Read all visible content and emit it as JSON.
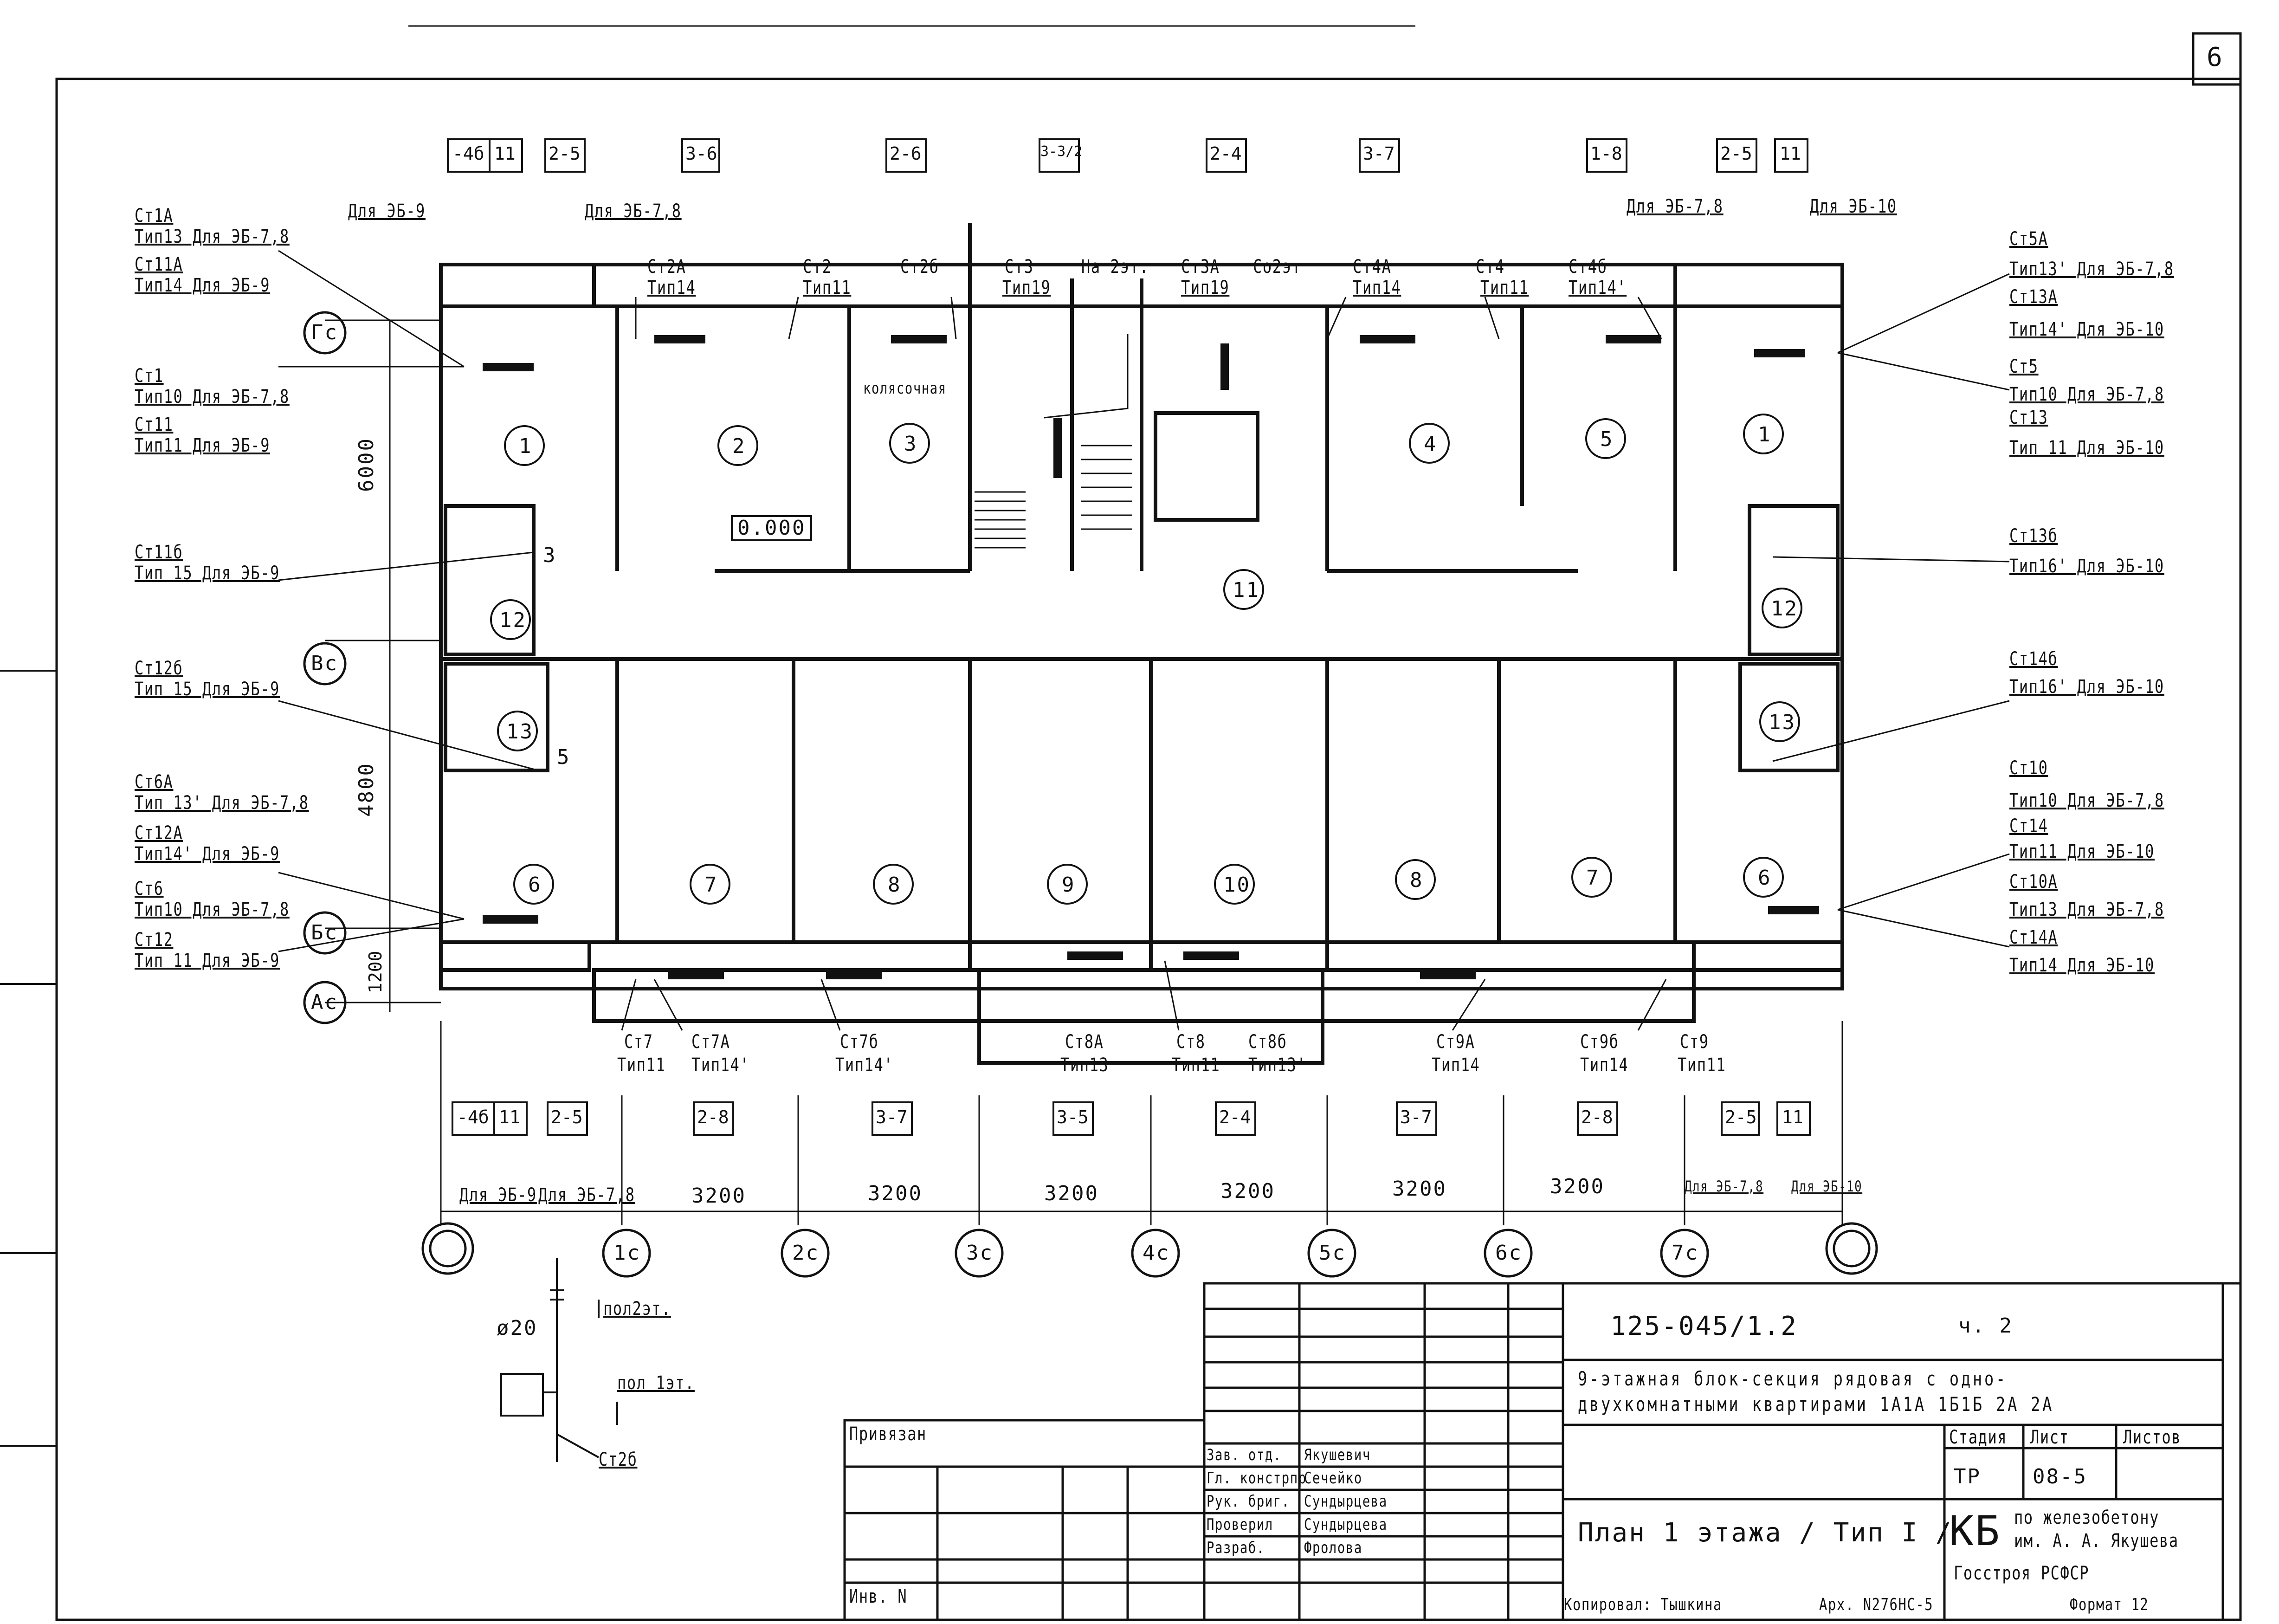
{
  "sheet": {
    "number": "6",
    "series": "125-045/1.2",
    "part": "ч. 2"
  },
  "title": {
    "line1": "9-этажная блок-секция рядовая с одно-",
    "line2": "двухкомнатными квартирами 1А1А 1Б1Б 2А 2А",
    "plan": "План 1 этажа / Тип I /"
  },
  "stamp": {
    "headers": [
      "Стадия",
      "Лист",
      "Листов"
    ],
    "values": [
      "ТР",
      "08-5",
      ""
    ],
    "roles": [
      "Зав. отд.",
      "Гл. констрпр",
      "Рук. бриг.",
      "Проверил",
      "Разраб."
    ],
    "names": [
      "Якушевич",
      "Сечейко",
      "Сундырцева",
      "Сундырцева",
      "Фролова"
    ],
    "kb": "КБ",
    "org1": "по железобетону",
    "org2": "им. А. А. Якушева",
    "org3": "Госстроя РСФСР",
    "privyazan": "Привязан",
    "inv": "Инв. N",
    "kopiroval": "Копировал: Тышкина",
    "format": "Формат 12",
    "archive": "Арх. N276НС-5"
  },
  "rooms": [
    "1",
    "2",
    "3",
    "4",
    "5",
    "1",
    "11",
    "12",
    "12",
    "13",
    "13",
    "6",
    "7",
    "8",
    "9",
    "10",
    "8",
    "7",
    "6"
  ],
  "stroller": "колясочная",
  "level": "0.000",
  "axes_h": [
    "Гс",
    "Вс",
    "Бс",
    "Ас"
  ],
  "axes_v": [
    "1с",
    "2с",
    "3с",
    "4с",
    "5с",
    "6с",
    "7с"
  ],
  "dims": {
    "d6000": "6000",
    "d4800": "4800",
    "d1200": "1200",
    "bay": "3200"
  },
  "top_tags": [
    "-4б",
    "11",
    "2-5",
    "3-6",
    "2-6",
    "3-3/2",
    "2-4",
    "3-7",
    "1-8",
    "2-5",
    "11"
  ],
  "bottom_tags": [
    "-4б",
    "11",
    "2-5",
    "2-8",
    "3-7",
    "3-5",
    "2-4",
    "3-7",
    "2-8",
    "2-5",
    "11"
  ],
  "for": {
    "e9": "Для ЭБ-9",
    "e78": "Для ЭБ-7,8",
    "e10": "Для ЭБ-10",
    "e78b": "Для ЭБ-7,8"
  },
  "left_notes": [
    {
      "a": "Ст1А",
      "b": "Тип13 Для ЭБ-7,8"
    },
    {
      "a": "Ст11А",
      "b": "Тип14 Для ЭБ-9"
    },
    {
      "a": "Ст1",
      "b": "Тип10 Для ЭБ-7,8"
    },
    {
      "a": "Ст11",
      "b": "Тип11 Для ЭБ-9"
    },
    {
      "a": "Ст11б",
      "b": "Тип 15 Для ЭБ-9"
    },
    {
      "a": "Ст12б",
      "b": "Тип 15 Для ЭБ-9"
    },
    {
      "a": "Ст6А",
      "b": "Тип 13' Для ЭБ-7,8"
    },
    {
      "a": "Ст12А",
      "b": "Тип14' Для ЭБ-9"
    },
    {
      "a": "Ст6",
      "b": "Тип10 Для ЭБ-7,8"
    },
    {
      "a": "Ст12",
      "b": "Тип 11 Для ЭБ-9"
    }
  ],
  "right_notes": [
    {
      "a": "Ст5А",
      "b": "Тип13' Для ЭБ-7,8"
    },
    {
      "a": "Ст13А",
      "b": "Тип14' Для ЭБ-10"
    },
    {
      "a": "Ст5",
      "b": "Тип10 Для ЭБ-7,8"
    },
    {
      "a": "Ст13",
      "b": "Тип 11 Для ЭБ-10"
    },
    {
      "a": "Ст13б",
      "b": "Тип16' Для ЭБ-10"
    },
    {
      "a": "Ст14б",
      "b": "Тип16' Для ЭБ-10"
    },
    {
      "a": "Ст10",
      "b": "Тип10 Для ЭБ-7,8"
    },
    {
      "a": "Ст14",
      "b": "Тип11 Для ЭБ-10"
    },
    {
      "a": "Ст10А",
      "b": "Тип13 Для ЭБ-7,8"
    },
    {
      "a": "Ст14А",
      "b": "Тип14 Для ЭБ-10"
    }
  ],
  "top_risers": [
    {
      "a": "Ст2А",
      "b": "Тип14"
    },
    {
      "a": "Ст2",
      "b": "Тип11"
    },
    {
      "a": "Ст2б",
      "b": ""
    },
    {
      "a": "Ст3",
      "b": "Тип19"
    },
    {
      "a": "На 2эт.",
      "b": ""
    },
    {
      "a": "Ст3А",
      "b": "Тип19"
    },
    {
      "a": "Со2эт",
      "b": ""
    },
    {
      "a": "Ст4А",
      "b": "Тип14"
    },
    {
      "a": "Ст4",
      "b": "Тип11"
    },
    {
      "a": "Ст4б",
      "b": "Тип14'"
    }
  ],
  "bottom_risers": [
    {
      "a": "Ст7",
      "b": "Тип11"
    },
    {
      "a": "Ст7А",
      "b": "Тип14'"
    },
    {
      "a": "Ст7б",
      "b": "Тип14'"
    },
    {
      "a": "Ст8А",
      "b": "Тип13"
    },
    {
      "a": "Ст8",
      "b": "Тип11"
    },
    {
      "a": "Ст8б",
      "b": "Тип13'"
    },
    {
      "a": "Ст9А",
      "b": "Тип14"
    },
    {
      "a": "Ст9б",
      "b": "Тип14"
    },
    {
      "a": "Ст9",
      "b": "Тип11"
    }
  ],
  "detail": {
    "dia": "ø20",
    "floor2": "пол2эт.",
    "floor1": "пол 1эт.",
    "riser": "Ст2б"
  },
  "stair_num": "3",
  "bath_num": "5"
}
